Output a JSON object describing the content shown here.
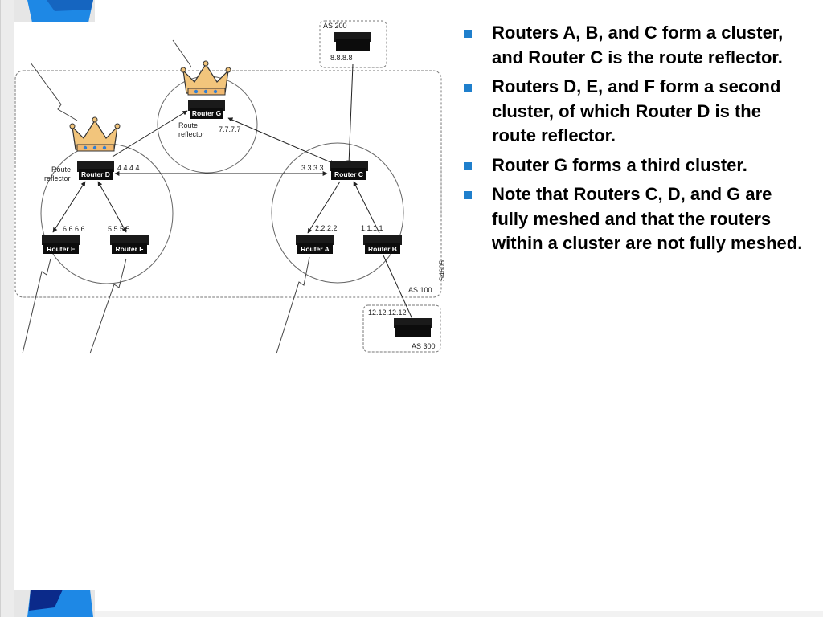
{
  "frame": {
    "brand_colors": [
      "#1565c0",
      "#1e88e5",
      "#0b2a8a"
    ]
  },
  "diagram": {
    "as_labels": {
      "as200": "AS 200",
      "as100": "AS 100",
      "as300": "AS 300"
    },
    "routers": {
      "a": {
        "label": "Router A",
        "ip": "2.2.2.2"
      },
      "b": {
        "label": "Router B",
        "ip": "1.1.1.1"
      },
      "c": {
        "label": "Router C",
        "ip": "3.3.3.3"
      },
      "d": {
        "label": "Router D",
        "ip": "4.4.4.4"
      },
      "e": {
        "label": "Router E",
        "ip": "6.6.6.6"
      },
      "f": {
        "label": "Router F",
        "ip": "5.5.5.5"
      },
      "g": {
        "label": "Router G",
        "ip": "7.7.7.7"
      },
      "as200_router_ip": "8.8.8.8",
      "as300_router_ip": "12.12.12.12"
    },
    "rr_label_line1": "Route",
    "rr_label_line2": "reflector",
    "figure_id": "S4605",
    "crown_icon": "crown-icon"
  },
  "bullets": {
    "marker_color": "#1f7fcc",
    "items": [
      "Routers A, B, and C form a cluster, and Router C is the route reflector.",
      "Routers D, E, and F form a second cluster, of which Router D is the route reflector.",
      "Router G forms a third cluster.",
      "Note that Routers C, D, and G are fully meshed and that the routers within a cluster are not fully meshed."
    ]
  }
}
